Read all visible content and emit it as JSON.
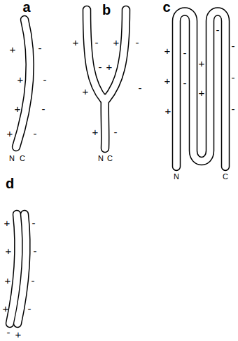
{
  "diagram": {
    "labels": [
      "a",
      "+",
      "+",
      "+",
      "+",
      "-",
      "-",
      "-",
      "-",
      "N",
      "C",
      "b",
      "+",
      "-",
      "+",
      "-",
      "-",
      "+",
      "+",
      "-",
      "+",
      "-",
      "N",
      "C",
      "c",
      "+",
      "+",
      "+",
      "-",
      "-",
      "-",
      "+",
      "+",
      "-",
      "-",
      "-",
      "N",
      "C",
      "d",
      "+",
      "+",
      "+",
      "+",
      "-",
      "-",
      "-",
      "-",
      "-",
      "+"
    ]
  }
}
